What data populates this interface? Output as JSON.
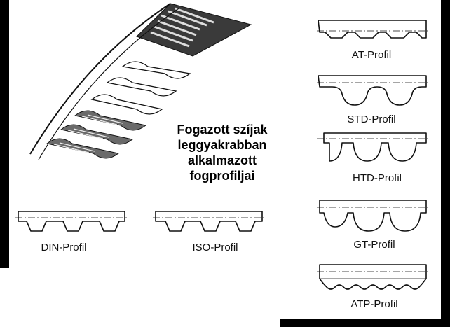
{
  "title_lines": [
    "Fogazott szíjak",
    "leggyakrabban",
    "alkalmazott",
    "fogprofiljai"
  ],
  "profiles": {
    "at": "AT-Profil",
    "std": "STD-Profil",
    "htd": "HTD-Profil",
    "gt": "GT-Profil",
    "atp": "ATP-Profil",
    "din": "DIN-Profil",
    "iso": "ISO-Profil"
  }
}
